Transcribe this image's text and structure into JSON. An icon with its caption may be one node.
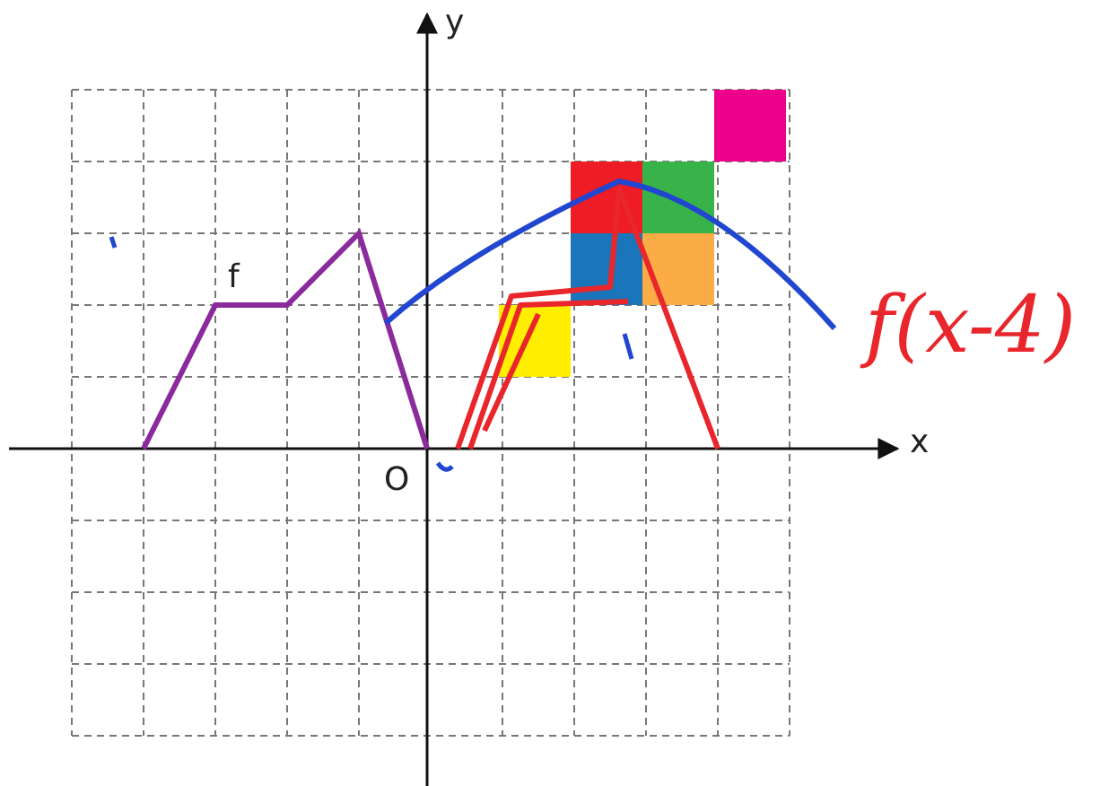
{
  "diagram": {
    "labels": [
      "y",
      "f",
      "f(x-4)",
      "x",
      "O"
    ]
  }
}
